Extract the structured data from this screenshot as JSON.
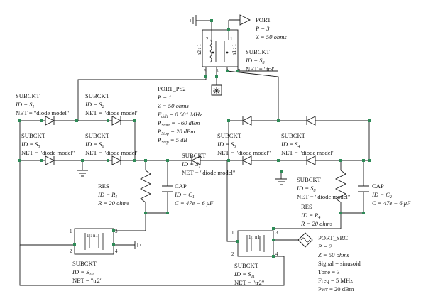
{
  "port_top": {
    "title": "PORT",
    "p": "P = 3",
    "z": "Z = 50 ohms"
  },
  "s8": {
    "title": "SUBCKT",
    "id": "ID = S",
    "id_sub": "8",
    "net": "NET = \"tr3\"",
    "pins": [
      "2",
      "1",
      "6",
      "5",
      "4",
      "3"
    ],
    "ratio_left": "n2 : 1",
    "ratio_right": "n1 : 1"
  },
  "ps2": {
    "title": "PORT_PS2",
    "p": "P = 1",
    "z": "Z = 50 ohms",
    "fdelt": "F",
    "fdelt_sub": "delt",
    "fdelt_val": " = 0.001 MHz",
    "pstart": "P",
    "pstart_sub": "Start",
    "pstart_val": " = −60 dBm",
    "pstop": "P",
    "pstop_sub": "Stop",
    "pstop_val": " = 20 dBm",
    "pstep": "P",
    "pstep_sub": "Step",
    "pstep_val": " = 5 dB"
  },
  "s1": {
    "title": "SUBCKT",
    "id": "ID = S",
    "id_sub": "1",
    "net": "NET = \"diode model\""
  },
  "s2": {
    "title": "SUBCKT",
    "id": "ID = S",
    "id_sub": "2",
    "net": "NET = \"diode model\""
  },
  "s5": {
    "title": "SUBCKT",
    "id": "ID = S",
    "id_sub": "5",
    "net": "NET = \"diode model\""
  },
  "s6": {
    "title": "SUBCKT",
    "id": "ID = S",
    "id_sub": "6",
    "net": "NET = \"diode model\""
  },
  "s7": {
    "title": "SUBCKT",
    "id": "ID = S",
    "id_sub": "7",
    "net": "NET = \"diode model\""
  },
  "s3": {
    "title": "SUBCKT",
    "id": "ID = S",
    "id_sub": "3",
    "net": "NET = \"diode model\""
  },
  "s4": {
    "title": "SUBCKT",
    "id": "ID = S",
    "id_sub": "4",
    "net": "NET = \"diode model\""
  },
  "s9": {
    "title": "SUBCKT",
    "id": "ID = S",
    "id_sub": "8",
    "net": "NET = \"diode model\""
  },
  "res1": {
    "title": "RES",
    "id": "ID = R",
    "id_sub": "1",
    "r": "R = 20 ohms"
  },
  "cap1": {
    "title": "CAP",
    "id": "ID = C",
    "id_sub": "1",
    "c": "C = 47e − 6 μF"
  },
  "res4": {
    "title": "RES",
    "id": "ID = R",
    "id_sub": "4",
    "r": "R = 20 ohms"
  },
  "cap2": {
    "title": "CAP",
    "id": "ID = C",
    "id_sub": "2",
    "c": "C = 47e − 6 μF"
  },
  "s10": {
    "title": "SUBCKT",
    "id": "ID = S",
    "id_sub": "10",
    "net": "NET = \"tr2\"",
    "pins": [
      "1",
      "3",
      "2",
      "4"
    ],
    "ratio": "1 : n1"
  },
  "s11": {
    "title": "SUBCKT",
    "id": "ID = S",
    "id_sub": "11",
    "net": "NET = \"tr2\"",
    "pins": [
      "1",
      "3",
      "2",
      "4"
    ],
    "ratio": "1 : n1"
  },
  "port_src": {
    "title": "PORT_SRC",
    "p": "P = 2",
    "z": "Z = 50 ohms",
    "signal": "Signal = sinusoid",
    "tone": "Tone = 3",
    "freq": "Freq = 5 MHz",
    "pwr": "Pwr = 20 dBm"
  }
}
